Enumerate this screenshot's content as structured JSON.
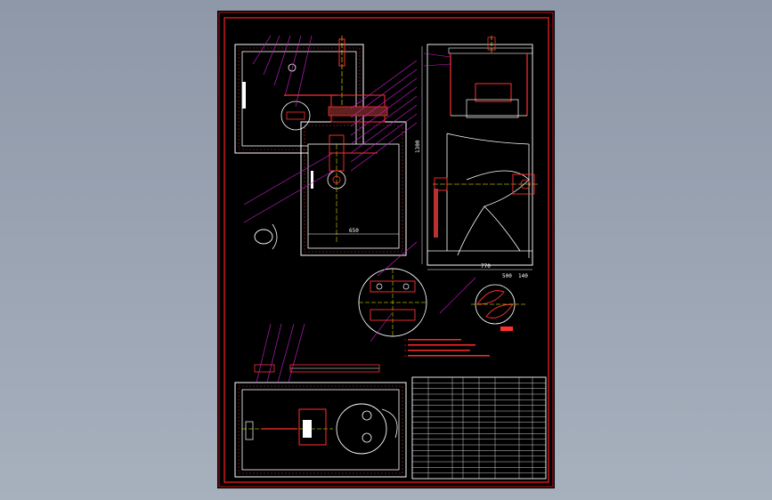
{
  "drawing": {
    "background": "#000000",
    "colors": {
      "frame": "#ff2020",
      "wall": "#ffffff",
      "hatch": "#b83030",
      "leader": "#d020d0",
      "center": "#ffff00",
      "part": "#ff3030",
      "detail": "#ffffff"
    },
    "dimensions": {
      "width_bottom": "650",
      "height_side": "1300",
      "width_side": "770",
      "detail_a": "500",
      "detail_b": "140"
    },
    "notes": [
      "1.",
      "2.",
      "3.",
      "4."
    ],
    "title_block": {
      "label": "title block"
    }
  }
}
